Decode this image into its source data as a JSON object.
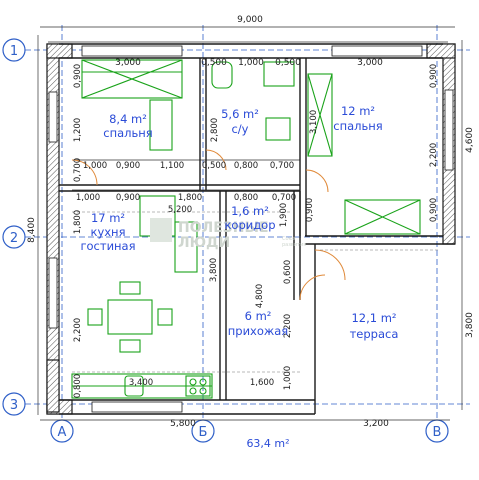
{
  "axes": {
    "rows": [
      "1",
      "2",
      "3"
    ],
    "cols": [
      "А",
      "Б",
      "В"
    ]
  },
  "dims": {
    "top_total": "9,000",
    "left_total": "8,400",
    "top_segments": [
      "3,000",
      "0,500",
      "1,000",
      "0,500",
      "3,000"
    ],
    "bottom_left": "5,800",
    "bottom_right": "3,200",
    "right_upper": "4,600",
    "right_lower": "3,800",
    "left_side": [
      "0,900",
      "1,200",
      "0,700",
      "1,800",
      "2,200",
      "0,800"
    ],
    "right_side": [
      "0,900",
      "2,200",
      "0,900"
    ],
    "row_1": [
      "1,000",
      "0,900",
      "1,100",
      "0,500",
      "0,800",
      "0,700"
    ],
    "row_2": [
      "1,000",
      "0,900",
      "1,800",
      "0,800",
      "0,700"
    ],
    "inner": {
      "d5200": "5,200",
      "d2800": "2,800",
      "d3100": "3,100",
      "d1900": "1,900",
      "d0900": "0,900",
      "d3800": "3,800",
      "d4800": "4,800",
      "d0600": "0,600",
      "d2200": "2,200",
      "d1000": "1,000",
      "d3400": "3,400",
      "d1600": "1,600"
    }
  },
  "rooms": {
    "bedroom1": {
      "area": "8,4 m²",
      "name": "спальня"
    },
    "bathroom": {
      "area": "5,6 m²",
      "name": "с/у"
    },
    "bedroom2": {
      "area": "12 m²",
      "name": "спальня"
    },
    "kitchen": {
      "area": "17 m²",
      "name1": "кухня",
      "name2": "гостиная"
    },
    "corridor": {
      "area": "1,6 m²",
      "name": "коридор"
    },
    "hall": {
      "area": "6 m²",
      "name": "прихожая"
    },
    "terrace": {
      "area": "12,1 m²",
      "name": "терраса"
    }
  },
  "total_area": "63,4 m²",
  "watermark": {
    "line1": "ПОЛЕЗНЫЕ",
    "line2": "ЛЮДИ",
    "line3": "Союз",
    "line4": "развития"
  },
  "colors": {
    "wall": "#1a1a1a",
    "furniture": "#1aa31a",
    "text_blue": "#2a4bd7",
    "axis_blue": "#3060c8",
    "door": "#e08a3a"
  }
}
